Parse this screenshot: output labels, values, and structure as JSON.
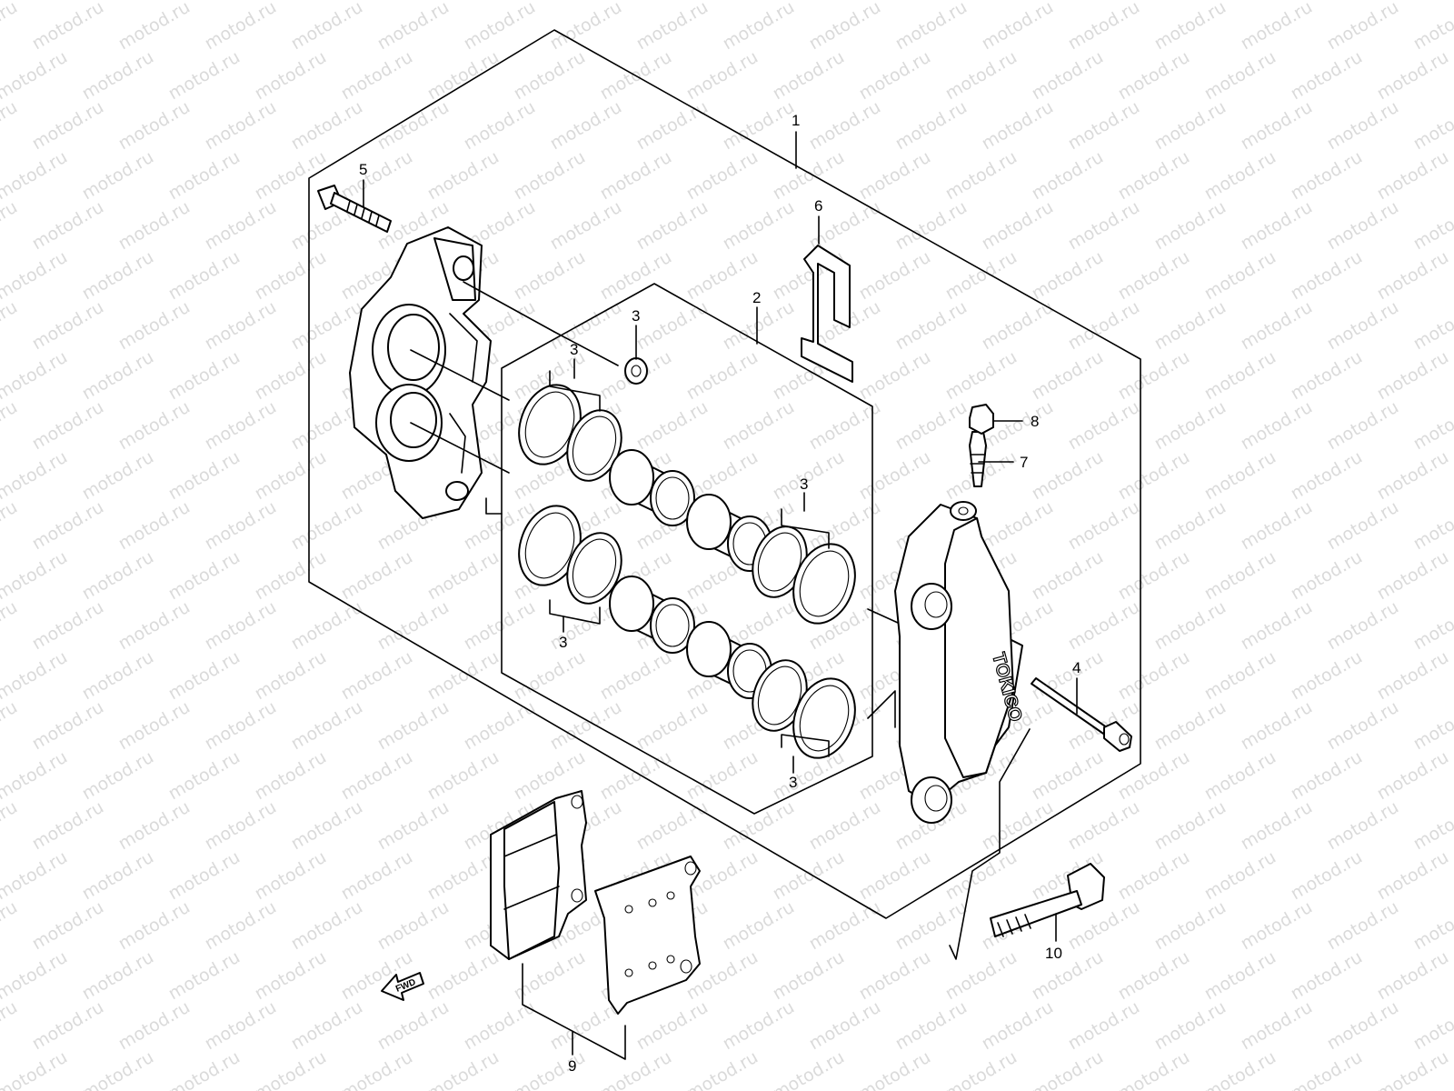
{
  "diagram": {
    "watermark": "motod.ru",
    "fwd_label": "FWD",
    "caliper_marking": "TOKICO",
    "callouts": [
      "1",
      "2",
      "3",
      "3",
      "3",
      "3",
      "3",
      "4",
      "5",
      "6",
      "7",
      "8",
      "9",
      "10"
    ]
  }
}
